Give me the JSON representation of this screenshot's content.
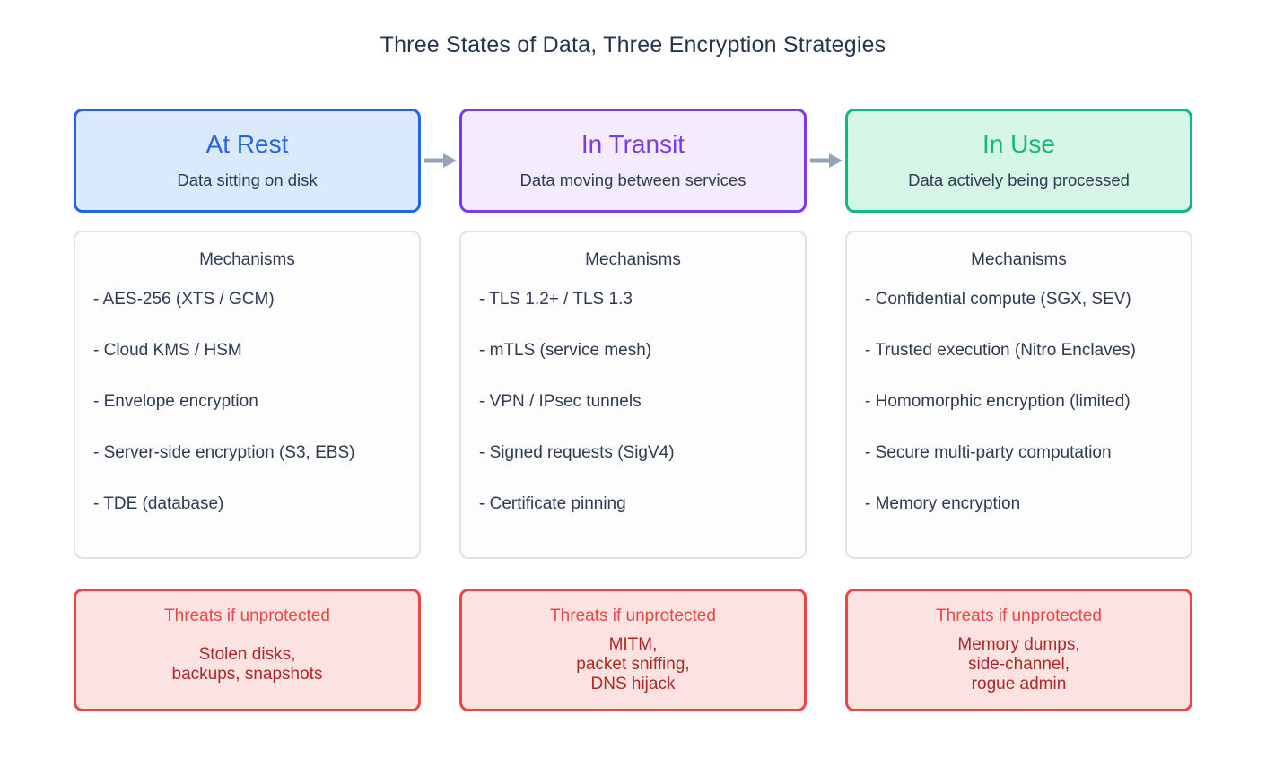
{
  "title": "Three States of Data, Three Encryption Strategies",
  "arrow": {
    "icon": "arrow-right",
    "color": "#94a3b8"
  },
  "threat_style": {
    "border": "#ef4444",
    "fill": "#fde2e2",
    "heading_color": "#ef4444",
    "body_color": "#b32626"
  },
  "columns": [
    {
      "id": "at-rest",
      "accent_color": "#2563eb",
      "fill_color": "#dbe9fc",
      "header": {
        "title": "At Rest",
        "subtitle": "Data sitting on disk"
      },
      "mechanisms": {
        "heading": "Mechanisms",
        "items": [
          "- AES-256 (XTS / GCM)",
          "- Cloud KMS / HSM",
          "- Envelope encryption",
          "- Server-side encryption (S3, EBS)",
          "- TDE (database)"
        ]
      },
      "threats": {
        "heading": "Threats if unprotected",
        "lines": [
          "Stolen disks,",
          "backups, snapshots"
        ]
      }
    },
    {
      "id": "in-transit",
      "accent_color": "#7c3aed",
      "fill_color": "#f4ecfe",
      "header": {
        "title": "In Transit",
        "subtitle": "Data moving between services"
      },
      "mechanisms": {
        "heading": "Mechanisms",
        "items": [
          "- TLS 1.2+ / TLS 1.3",
          "- mTLS (service mesh)",
          "- VPN / IPsec tunnels",
          "- Signed requests (SigV4)",
          "- Certificate pinning"
        ]
      },
      "threats": {
        "heading": "Threats if unprotected",
        "lines": [
          "MITM,",
          "packet sniffing,",
          "DNS hijack"
        ]
      }
    },
    {
      "id": "in-use",
      "accent_color": "#10b981",
      "fill_color": "#d5f6e6",
      "header": {
        "title": "In Use",
        "subtitle": "Data actively being processed"
      },
      "mechanisms": {
        "heading": "Mechanisms",
        "items": [
          "- Confidential compute (SGX, SEV)",
          "- Trusted execution (Nitro Enclaves)",
          "- Homomorphic encryption (limited)",
          "- Secure multi-party computation",
          "- Memory encryption"
        ]
      },
      "threats": {
        "heading": "Threats if unprotected",
        "lines": [
          "Memory dumps,",
          "side-channel,",
          "rogue admin"
        ]
      }
    }
  ]
}
